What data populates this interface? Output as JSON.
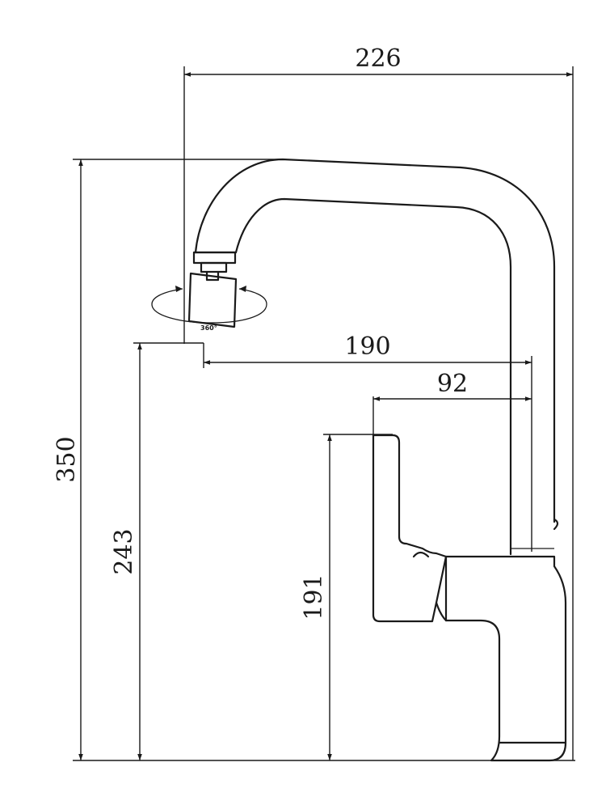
{
  "dimensions": {
    "overall_width": "226",
    "overall_height": "350",
    "spout_height": "243",
    "body_height": "191",
    "spout_reach": "190",
    "handle_offset": "92"
  },
  "rotation_label": "360°",
  "colors": {
    "line": "#1a1a1a",
    "background": "#ffffff"
  }
}
